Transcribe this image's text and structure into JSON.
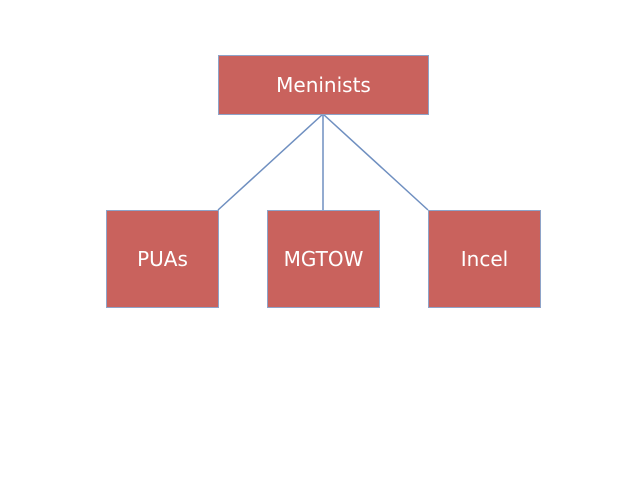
{
  "diagram": {
    "root": {
      "label": "Meninists"
    },
    "children": [
      {
        "label": "PUAs"
      },
      {
        "label": "MGTOW"
      },
      {
        "label": "Incel"
      }
    ],
    "colors": {
      "box_fill": "#C9625D",
      "box_border": "#8EA3C8",
      "connector": "#6F8FC0",
      "text": "#FFFFFF"
    }
  }
}
